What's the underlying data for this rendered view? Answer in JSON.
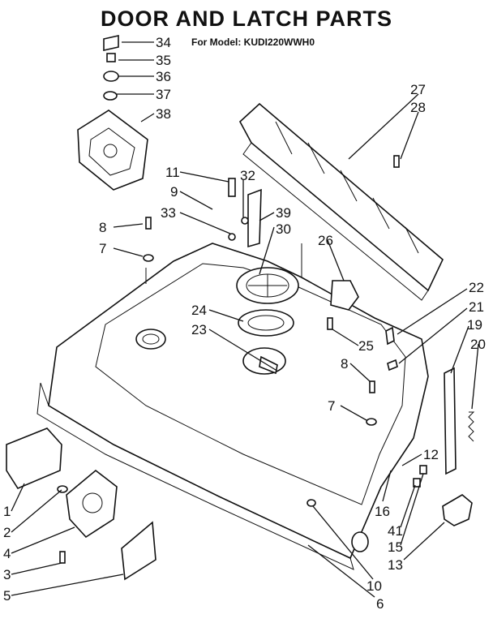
{
  "header": {
    "title": "DOOR AND LATCH PARTS",
    "model_line": "For Model: KUDI220WWH0"
  },
  "callouts": [
    {
      "label": "34"
    },
    {
      "label": "35"
    },
    {
      "label": "36"
    },
    {
      "label": "37"
    },
    {
      "label": "38"
    },
    {
      "label": "27"
    },
    {
      "label": "28"
    },
    {
      "label": "11"
    },
    {
      "label": "32"
    },
    {
      "label": "9"
    },
    {
      "label": "33"
    },
    {
      "label": "39"
    },
    {
      "label": "30"
    },
    {
      "label": "8"
    },
    {
      "label": "7"
    },
    {
      "label": "26"
    },
    {
      "label": "22"
    },
    {
      "label": "21"
    },
    {
      "label": "19"
    },
    {
      "label": "20"
    },
    {
      "label": "24"
    },
    {
      "label": "23"
    },
    {
      "label": "25"
    },
    {
      "label": "8"
    },
    {
      "label": "7"
    },
    {
      "label": "12"
    },
    {
      "label": "16"
    },
    {
      "label": "41"
    },
    {
      "label": "15"
    },
    {
      "label": "13"
    },
    {
      "label": "1"
    },
    {
      "label": "2"
    },
    {
      "label": "4"
    },
    {
      "label": "3"
    },
    {
      "label": "5"
    },
    {
      "label": "10"
    },
    {
      "label": "6"
    }
  ]
}
